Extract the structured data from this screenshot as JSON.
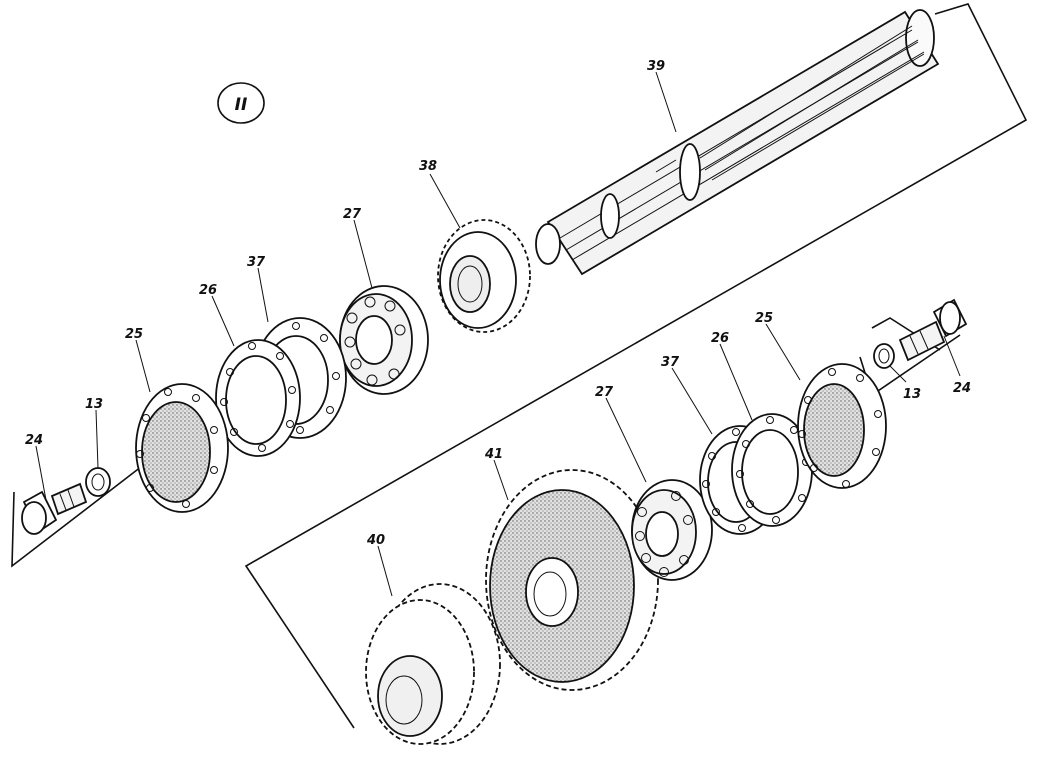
{
  "view": {
    "marker": "II"
  },
  "parts": [
    {
      "id": "p39",
      "label": "39"
    },
    {
      "id": "p38",
      "label": "38"
    },
    {
      "id": "p27a",
      "label": "27"
    },
    {
      "id": "p37a",
      "label": "37"
    },
    {
      "id": "p26a",
      "label": "26"
    },
    {
      "id": "p25a",
      "label": "25"
    },
    {
      "id": "p13a",
      "label": "13"
    },
    {
      "id": "p24a",
      "label": "24"
    },
    {
      "id": "p41",
      "label": "41"
    },
    {
      "id": "p40",
      "label": "40"
    },
    {
      "id": "p27b",
      "label": "27"
    },
    {
      "id": "p37b",
      "label": "37"
    },
    {
      "id": "p26b",
      "label": "26"
    },
    {
      "id": "p25b",
      "label": "25"
    },
    {
      "id": "p13b",
      "label": "13"
    },
    {
      "id": "p24b",
      "label": "24"
    }
  ],
  "colors": {
    "ink": "#111111",
    "paper": "#ffffff",
    "shade": "#cfcfcf"
  }
}
